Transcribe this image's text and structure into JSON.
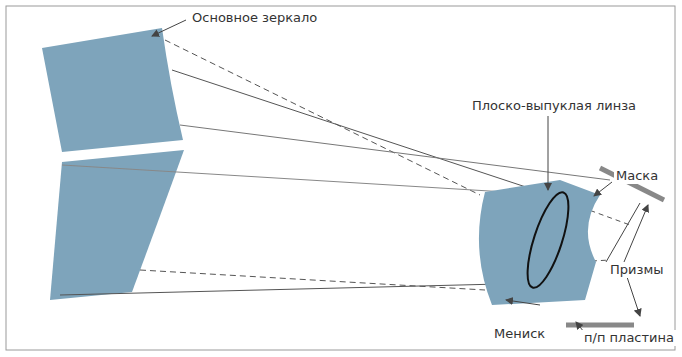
{
  "diagram": {
    "labels": [
      "Основное зеркало",
      "Плоско-выпуклая линза",
      "Маска",
      "Призмы",
      "Мениск",
      "п/п пластина"
    ]
  }
}
